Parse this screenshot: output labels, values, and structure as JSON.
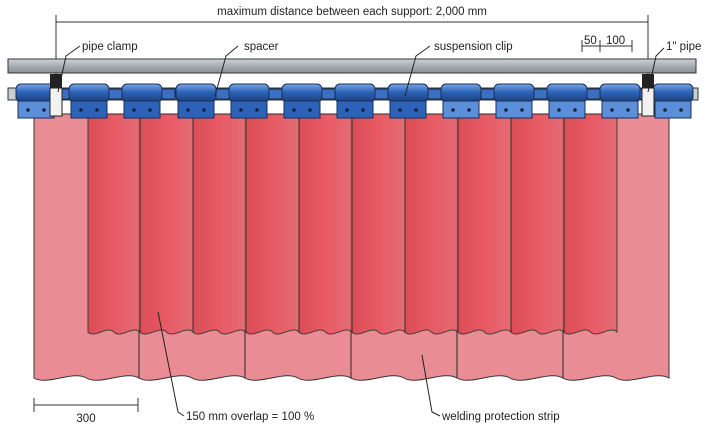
{
  "diagram": {
    "labels": {
      "max_distance": "maximum distance between each support: 2,000 mm",
      "pipe_clamp": "pipe clamp",
      "spacer": "spacer",
      "suspension_clip": "suspension clip",
      "dim_50": "50",
      "dim_100": "100",
      "pipe": "1\" pipe",
      "dim_300": "300",
      "overlap": "150 mm overlap = 100 %",
      "strip": "welding protection strip"
    },
    "colors": {
      "pipe": "#a8adb2",
      "clip_blue": "#2c63b8",
      "clip_light": "#5b8fd9",
      "back_strip": "#e8868e",
      "front_strip": "#e0474f",
      "outline": "#222222"
    }
  }
}
